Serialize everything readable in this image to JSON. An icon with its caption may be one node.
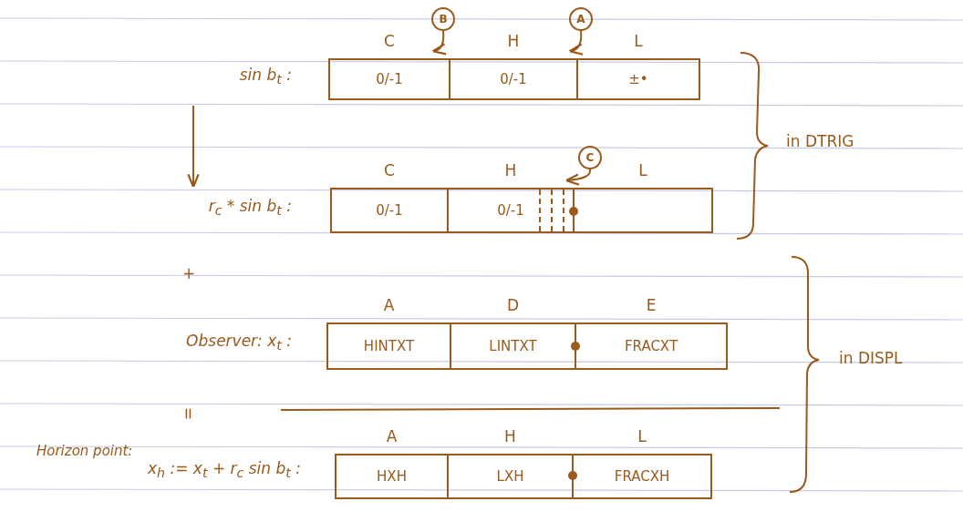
{
  "diagram": {
    "nodes": [
      {
        "text": [
          "B"
        ]
      },
      {
        "text": [
          "A"
        ]
      },
      {
        "text": [
          "sin b$_{t}$ :"
        ]
      },
      {
        "text": [
          "C",
          "0/-1"
        ]
      },
      {
        "text": [
          "H",
          "0/-1"
        ]
      },
      {
        "text": [
          "L",
          "±•"
        ]
      },
      {
        "text": [
          "C"
        ]
      },
      {
        "text": [
          "r$_{c}$ * sin b$_{t}$ :"
        ]
      },
      {
        "text": [
          "C",
          "0/-1"
        ]
      },
      {
        "text": [
          "H",
          "0/-1"
        ]
      },
      {
        "text": [
          "L"
        ]
      },
      {
        "text": [
          "Observer: x$_{t}$ :"
        ]
      },
      {
        "text": [
          "A",
          "HINTXT"
        ]
      },
      {
        "text": [
          "D",
          "LINTXT"
        ]
      },
      {
        "text": [
          "E",
          "FRACXT"
        ]
      },
      {
        "text": [
          "Horizon point:",
          "x$_{h}$ := x$_{t}$ + r$_{c}$ sin b$_{t}$ :"
        ]
      },
      {
        "text": [
          "A",
          "HXH"
        ]
      },
      {
        "text": [
          "H",
          "LXH"
        ]
      },
      {
        "text": [
          "L",
          "FRACXH"
        ]
      }
    ],
    "edges": [
      {
        "from": 0,
        "to": 3,
        "arrow": "to"
      },
      {
        "from": 1,
        "to": 5,
        "arrow": "to"
      },
      {
        "from": 2,
        "to": 7,
        "arrow": "to"
      },
      {
        "from": 6,
        "to": 9,
        "arrow": "to"
      }
    ],
    "labels": [
      "in DTRIG",
      "+",
      "=",
      "in DISPL"
    ]
  }
}
